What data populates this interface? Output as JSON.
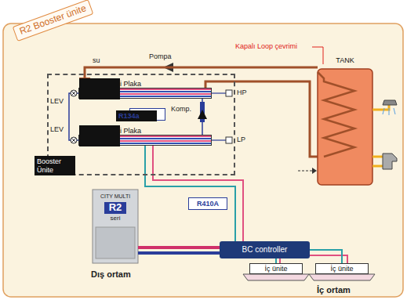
{
  "diagram": {
    "nodes": [
      {
        "text": [
          "R2 Booster ünite"
        ]
      },
      {
        "text": [
          "Booster Ünite"
        ]
      },
      {
        "text": [
          "Isı Değiştirici Plaka"
        ],
        "in": 1
      },
      {
        "text": [
          "R134a"
        ],
        "in": 1
      },
      {
        "text": [
          "Isı Değiştirici Plaka"
        ],
        "in": 1
      },
      {
        "text": [
          "TANK"
        ]
      },
      {
        "text": [
          "R410A"
        ]
      },
      {
        "text": [
          "CITY MULTI",
          "R2",
          "seri"
        ]
      },
      {
        "text": [
          "BC controller"
        ]
      },
      {
        "text": [
          "İç ünite"
        ]
      },
      {
        "text": [
          "İç ünite"
        ]
      }
    ],
    "edges": [
      {
        "from": 7,
        "to": 8,
        "arrow": "none"
      },
      {
        "from": 8,
        "to": 9,
        "arrow": "none"
      },
      {
        "from": 8,
        "to": 10,
        "arrow": "none"
      },
      {
        "from": 8,
        "to": 4,
        "arrow": "none"
      },
      {
        "from": 5,
        "to": 2,
        "arrow": "to"
      }
    ],
    "labels": [
      "su",
      "Pompa",
      "Kapalı Loop çevrimi",
      "LEV",
      "LEV",
      "HP",
      "LP",
      "Komp.",
      "Dış ortam",
      "İç ortam"
    ]
  }
}
